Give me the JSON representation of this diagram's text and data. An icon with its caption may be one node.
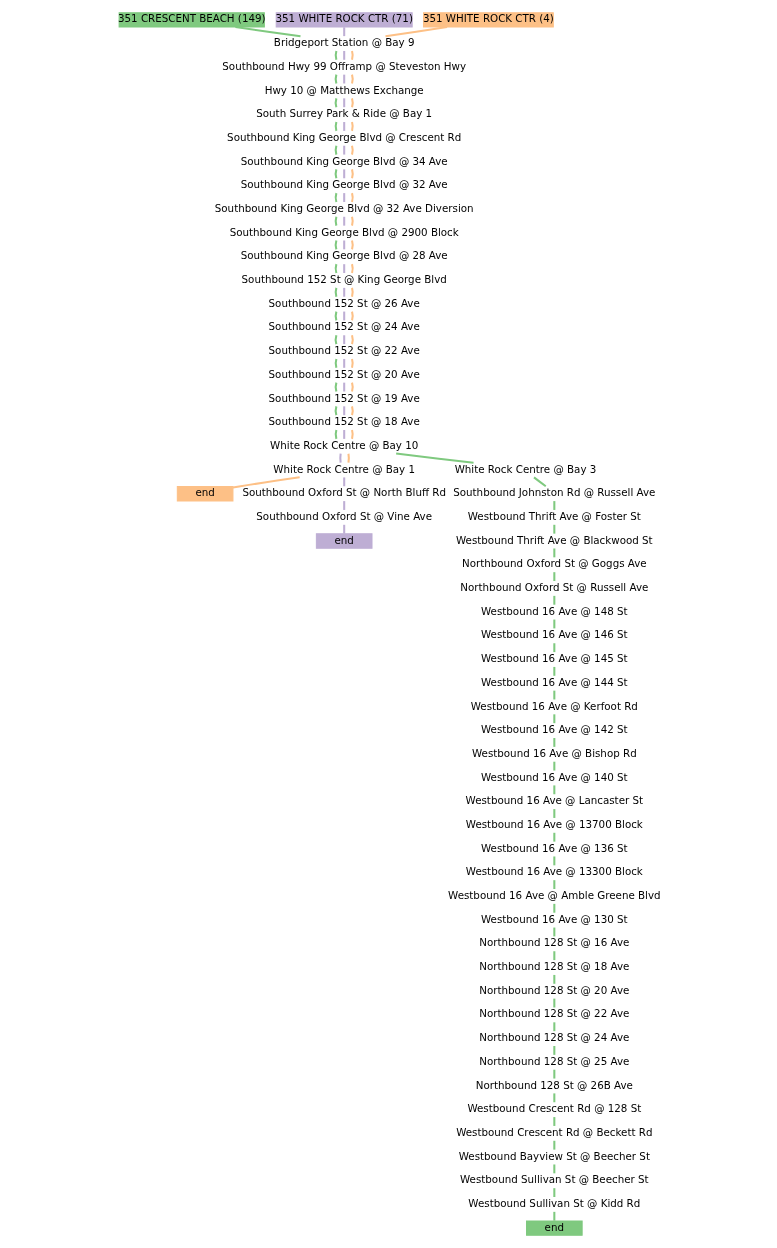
{
  "diagram": {
    "nodes": [
      {
        "text": [
          "351 CRESCENT BEACH (149)"
        ]
      },
      {
        "text": [
          "351 WHITE ROCK CTR (71)"
        ]
      },
      {
        "text": [
          "351 WHITE ROCK CTR (4)"
        ]
      },
      {
        "text": [
          "Bridgeport Station @ Bay 9"
        ]
      },
      {
        "text": [
          "Southbound Hwy 99 Offramp @ Steveston Hwy"
        ]
      },
      {
        "text": [
          "Hwy 10 @ Matthews Exchange"
        ]
      },
      {
        "text": [
          "South Surrey Park & Ride @ Bay 1"
        ]
      },
      {
        "text": [
          "Southbound King George Blvd @ Crescent Rd"
        ]
      },
      {
        "text": [
          "Southbound King George Blvd @ 34 Ave"
        ]
      },
      {
        "text": [
          "Southbound King George Blvd @ 32 Ave"
        ]
      },
      {
        "text": [
          "Southbound King George Blvd @ 32 Ave Diversion"
        ]
      },
      {
        "text": [
          "Southbound King George Blvd @ 2900 Block"
        ]
      },
      {
        "text": [
          "Southbound King George Blvd @ 28 Ave"
        ]
      },
      {
        "text": [
          "Southbound 152 St @ King George Blvd"
        ]
      },
      {
        "text": [
          "Southbound 152 St @ 26 Ave"
        ]
      },
      {
        "text": [
          "Southbound 152 St @ 24 Ave"
        ]
      },
      {
        "text": [
          "Southbound 152 St @ 22 Ave"
        ]
      },
      {
        "text": [
          "Southbound 152 St @ 20 Ave"
        ]
      },
      {
        "text": [
          "Southbound 152 St @ 19 Ave"
        ]
      },
      {
        "text": [
          "Southbound 152 St @ 18 Ave"
        ]
      },
      {
        "text": [
          "White Rock Centre @ Bay 10"
        ]
      },
      {
        "text": [
          "White Rock Centre @ Bay 1"
        ]
      },
      {
        "text": [
          "White Rock Centre @ Bay 3"
        ]
      },
      {
        "text": [
          "end"
        ]
      },
      {
        "text": [
          "Southbound Oxford St @ North Bluff Rd"
        ]
      },
      {
        "text": [
          "Southbound Johnston Rd @ Russell Ave"
        ]
      },
      {
        "text": [
          "Southbound Oxford St @ Vine Ave"
        ]
      },
      {
        "text": [
          "Westbound Thrift Ave @ Foster St"
        ]
      },
      {
        "text": [
          "end"
        ]
      },
      {
        "text": [
          "Westbound Thrift Ave @ Blackwood St"
        ]
      },
      {
        "text": [
          "Northbound Oxford St @ Goggs Ave"
        ]
      },
      {
        "text": [
          "Northbound Oxford St @ Russell Ave"
        ]
      },
      {
        "text": [
          "Westbound 16 Ave @ 148 St"
        ]
      },
      {
        "text": [
          "Westbound 16 Ave @ 146 St"
        ]
      },
      {
        "text": [
          "Westbound 16 Ave @ 145 St"
        ]
      },
      {
        "text": [
          "Westbound 16 Ave @ 144 St"
        ]
      },
      {
        "text": [
          "Westbound 16 Ave @ Kerfoot Rd"
        ]
      },
      {
        "text": [
          "Westbound 16 Ave @ 142 St"
        ]
      },
      {
        "text": [
          "Westbound 16 Ave @ Bishop Rd"
        ]
      },
      {
        "text": [
          "Westbound 16 Ave @ 140 St"
        ]
      },
      {
        "text": [
          "Westbound 16 Ave @ Lancaster St"
        ]
      },
      {
        "text": [
          "Westbound 16 Ave @ 13700 Block"
        ]
      },
      {
        "text": [
          "Westbound 16 Ave @ 136 St"
        ]
      },
      {
        "text": [
          "Westbound 16 Ave @ 13300 Block"
        ]
      },
      {
        "text": [
          "Westbound 16 Ave @ Amble Greene Blvd"
        ]
      },
      {
        "text": [
          "Westbound 16 Ave @ 130 St"
        ]
      },
      {
        "text": [
          "Northbound 128 St @ 16 Ave"
        ]
      },
      {
        "text": [
          "Northbound 128 St @ 18 Ave"
        ]
      },
      {
        "text": [
          "Northbound 128 St @ 20 Ave"
        ]
      },
      {
        "text": [
          "Northbound 128 St @ 22 Ave"
        ]
      },
      {
        "text": [
          "Northbound 128 St @ 24 Ave"
        ]
      },
      {
        "text": [
          "Northbound 128 St @ 25 Ave"
        ]
      },
      {
        "text": [
          "Northbound 128 St @ 26B Ave"
        ]
      },
      {
        "text": [
          "Westbound Crescent Rd @ 128 St"
        ]
      },
      {
        "text": [
          "Westbound Crescent Rd @ Beckett Rd"
        ]
      },
      {
        "text": [
          "Westbound Bayview St @ Beecher St"
        ]
      },
      {
        "text": [
          "Westbound Sullivan St @ Beecher St"
        ]
      },
      {
        "text": [
          "Westbound Sullivan St @ Kidd Rd"
        ]
      },
      {
        "text": [
          "end"
        ]
      }
    ],
    "edges": [
      {
        "from": 0,
        "to": 3,
        "arrow": "none",
        "color": "#7fc97f"
      },
      {
        "from": 3,
        "to": 4,
        "arrow": "none",
        "color": "#7fc97f"
      },
      {
        "from": 4,
        "to": 5,
        "arrow": "none",
        "color": "#7fc97f"
      },
      {
        "from": 5,
        "to": 6,
        "arrow": "none",
        "color": "#7fc97f"
      },
      {
        "from": 6,
        "to": 7,
        "arrow": "none",
        "color": "#7fc97f"
      },
      {
        "from": 7,
        "to": 8,
        "arrow": "none",
        "color": "#7fc97f"
      },
      {
        "from": 8,
        "to": 9,
        "arrow": "none",
        "color": "#7fc97f"
      },
      {
        "from": 9,
        "to": 10,
        "arrow": "none",
        "color": "#7fc97f"
      },
      {
        "from": 10,
        "to": 11,
        "arrow": "none",
        "color": "#7fc97f"
      },
      {
        "from": 11,
        "to": 12,
        "arrow": "none",
        "color": "#7fc97f"
      },
      {
        "from": 12,
        "to": 13,
        "arrow": "none",
        "color": "#7fc97f"
      },
      {
        "from": 13,
        "to": 14,
        "arrow": "none",
        "color": "#7fc97f"
      },
      {
        "from": 14,
        "to": 15,
        "arrow": "none",
        "color": "#7fc97f"
      },
      {
        "from": 15,
        "to": 16,
        "arrow": "none",
        "color": "#7fc97f"
      },
      {
        "from": 16,
        "to": 17,
        "arrow": "none",
        "color": "#7fc97f"
      },
      {
        "from": 17,
        "to": 18,
        "arrow": "none",
        "color": "#7fc97f"
      },
      {
        "from": 18,
        "to": 19,
        "arrow": "none",
        "color": "#7fc97f"
      },
      {
        "from": 19,
        "to": 20,
        "arrow": "none",
        "color": "#7fc97f"
      },
      {
        "from": 20,
        "to": 22,
        "arrow": "none",
        "color": "#7fc97f"
      },
      {
        "from": 22,
        "to": 25,
        "arrow": "none",
        "color": "#7fc97f"
      },
      {
        "from": 25,
        "to": 27,
        "arrow": "none",
        "color": "#7fc97f"
      },
      {
        "from": 27,
        "to": 29,
        "arrow": "none",
        "color": "#7fc97f"
      },
      {
        "from": 29,
        "to": 30,
        "arrow": "none",
        "color": "#7fc97f"
      },
      {
        "from": 30,
        "to": 31,
        "arrow": "none",
        "color": "#7fc97f"
      },
      {
        "from": 31,
        "to": 32,
        "arrow": "none",
        "color": "#7fc97f"
      },
      {
        "from": 32,
        "to": 33,
        "arrow": "none",
        "color": "#7fc97f"
      },
      {
        "from": 33,
        "to": 34,
        "arrow": "none",
        "color": "#7fc97f"
      },
      {
        "from": 34,
        "to": 35,
        "arrow": "none",
        "color": "#7fc97f"
      },
      {
        "from": 35,
        "to": 36,
        "arrow": "none",
        "color": "#7fc97f"
      },
      {
        "from": 36,
        "to": 37,
        "arrow": "none",
        "color": "#7fc97f"
      },
      {
        "from": 37,
        "to": 38,
        "arrow": "none",
        "color": "#7fc97f"
      },
      {
        "from": 38,
        "to": 39,
        "arrow": "none",
        "color": "#7fc97f"
      },
      {
        "from": 39,
        "to": 40,
        "arrow": "none",
        "color": "#7fc97f"
      },
      {
        "from": 40,
        "to": 41,
        "arrow": "none",
        "color": "#7fc97f"
      },
      {
        "from": 41,
        "to": 42,
        "arrow": "none",
        "color": "#7fc97f"
      },
      {
        "from": 42,
        "to": 43,
        "arrow": "none",
        "color": "#7fc97f"
      },
      {
        "from": 43,
        "to": 44,
        "arrow": "none",
        "color": "#7fc97f"
      },
      {
        "from": 44,
        "to": 45,
        "arrow": "none",
        "color": "#7fc97f"
      },
      {
        "from": 45,
        "to": 46,
        "arrow": "none",
        "color": "#7fc97f"
      },
      {
        "from": 46,
        "to": 47,
        "arrow": "none",
        "color": "#7fc97f"
      },
      {
        "from": 47,
        "to": 48,
        "arrow": "none",
        "color": "#7fc97f"
      },
      {
        "from": 48,
        "to": 49,
        "arrow": "none",
        "color": "#7fc97f"
      },
      {
        "from": 49,
        "to": 50,
        "arrow": "none",
        "color": "#7fc97f"
      },
      {
        "from": 50,
        "to": 51,
        "arrow": "none",
        "color": "#7fc97f"
      },
      {
        "from": 51,
        "to": 52,
        "arrow": "none",
        "color": "#7fc97f"
      },
      {
        "from": 52,
        "to": 53,
        "arrow": "none",
        "color": "#7fc97f"
      },
      {
        "from": 53,
        "to": 54,
        "arrow": "none",
        "color": "#7fc97f"
      },
      {
        "from": 54,
        "to": 55,
        "arrow": "none",
        "color": "#7fc97f"
      },
      {
        "from": 55,
        "to": 56,
        "arrow": "none",
        "color": "#7fc97f"
      },
      {
        "from": 56,
        "to": 57,
        "arrow": "none",
        "color": "#7fc97f"
      },
      {
        "from": 57,
        "to": 58,
        "arrow": "none",
        "color": "#7fc97f"
      },
      {
        "from": 1,
        "to": 3,
        "arrow": "none",
        "color": "#beaed4"
      },
      {
        "from": 3,
        "to": 4,
        "arrow": "none",
        "color": "#beaed4"
      },
      {
        "from": 4,
        "to": 5,
        "arrow": "none",
        "color": "#beaed4"
      },
      {
        "from": 5,
        "to": 6,
        "arrow": "none",
        "color": "#beaed4"
      },
      {
        "from": 6,
        "to": 7,
        "arrow": "none",
        "color": "#beaed4"
      },
      {
        "from": 7,
        "to": 8,
        "arrow": "none",
        "color": "#beaed4"
      },
      {
        "from": 8,
        "to": 9,
        "arrow": "none",
        "color": "#beaed4"
      },
      {
        "from": 9,
        "to": 10,
        "arrow": "none",
        "color": "#beaed4"
      },
      {
        "from": 10,
        "to": 11,
        "arrow": "none",
        "color": "#beaed4"
      },
      {
        "from": 11,
        "to": 12,
        "arrow": "none",
        "color": "#beaed4"
      },
      {
        "from": 12,
        "to": 13,
        "arrow": "none",
        "color": "#beaed4"
      },
      {
        "from": 13,
        "to": 14,
        "arrow": "none",
        "color": "#beaed4"
      },
      {
        "from": 14,
        "to": 15,
        "arrow": "none",
        "color": "#beaed4"
      },
      {
        "from": 15,
        "to": 16,
        "arrow": "none",
        "color": "#beaed4"
      },
      {
        "from": 16,
        "to": 17,
        "arrow": "none",
        "color": "#beaed4"
      },
      {
        "from": 17,
        "to": 18,
        "arrow": "none",
        "color": "#beaed4"
      },
      {
        "from": 18,
        "to": 19,
        "arrow": "none",
        "color": "#beaed4"
      },
      {
        "from": 19,
        "to": 20,
        "arrow": "none",
        "color": "#beaed4"
      },
      {
        "from": 20,
        "to": 21,
        "arrow": "none",
        "color": "#beaed4"
      },
      {
        "from": 21,
        "to": 24,
        "arrow": "none",
        "color": "#beaed4"
      },
      {
        "from": 24,
        "to": 26,
        "arrow": "none",
        "color": "#beaed4"
      },
      {
        "from": 26,
        "to": 28,
        "arrow": "none",
        "color": "#beaed4"
      },
      {
        "from": 2,
        "to": 3,
        "arrow": "none",
        "color": "#fdc086"
      },
      {
        "from": 3,
        "to": 4,
        "arrow": "none",
        "color": "#fdc086"
      },
      {
        "from": 4,
        "to": 5,
        "arrow": "none",
        "color": "#fdc086"
      },
      {
        "from": 5,
        "to": 6,
        "arrow": "none",
        "color": "#fdc086"
      },
      {
        "from": 6,
        "to": 7,
        "arrow": "none",
        "color": "#fdc086"
      },
      {
        "from": 7,
        "to": 8,
        "arrow": "none",
        "color": "#fdc086"
      },
      {
        "from": 8,
        "to": 9,
        "arrow": "none",
        "color": "#fdc086"
      },
      {
        "from": 9,
        "to": 10,
        "arrow": "none",
        "color": "#fdc086"
      },
      {
        "from": 10,
        "to": 11,
        "arrow": "none",
        "color": "#fdc086"
      },
      {
        "from": 11,
        "to": 12,
        "arrow": "none",
        "color": "#fdc086"
      },
      {
        "from": 12,
        "to": 13,
        "arrow": "none",
        "color": "#fdc086"
      },
      {
        "from": 13,
        "to": 14,
        "arrow": "none",
        "color": "#fdc086"
      },
      {
        "from": 14,
        "to": 15,
        "arrow": "none",
        "color": "#fdc086"
      },
      {
        "from": 15,
        "to": 16,
        "arrow": "none",
        "color": "#fdc086"
      },
      {
        "from": 16,
        "to": 17,
        "arrow": "none",
        "color": "#fdc086"
      },
      {
        "from": 17,
        "to": 18,
        "arrow": "none",
        "color": "#fdc086"
      },
      {
        "from": 18,
        "to": 19,
        "arrow": "none",
        "color": "#fdc086"
      },
      {
        "from": 19,
        "to": 20,
        "arrow": "none",
        "color": "#fdc086"
      },
      {
        "from": 20,
        "to": 21,
        "arrow": "none",
        "color": "#fdc086"
      },
      {
        "from": 21,
        "to": 23,
        "arrow": "none",
        "color": "#fdc086"
      }
    ]
  }
}
